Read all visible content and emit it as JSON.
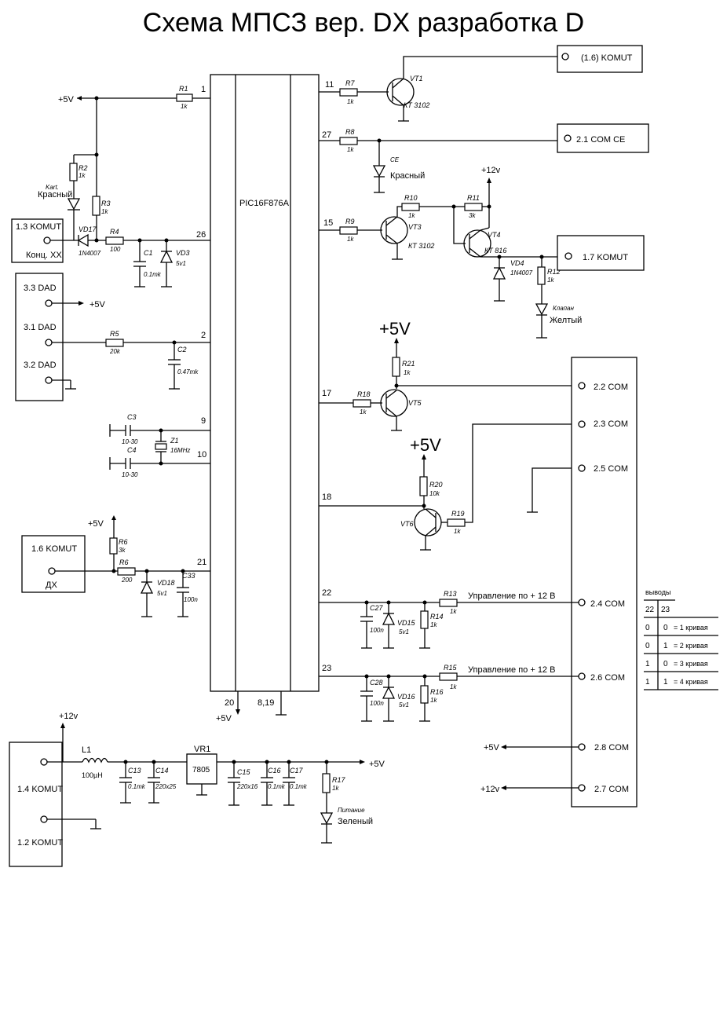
{
  "title": "Схема МПСЗ вер. DX разработка D",
  "mcu": {
    "name": "PIC16F876A"
  },
  "pins": {
    "p1": "1",
    "p26": "26",
    "p2": "2",
    "p9": "9",
    "p10": "10",
    "p21": "21",
    "p20": "20",
    "p819": "8,19",
    "p11": "11",
    "p27": "27",
    "p15": "15",
    "p17": "17",
    "p18": "18",
    "p22": "22",
    "p23": "23"
  },
  "power": {
    "v5": "+5V",
    "v12": "+12v",
    "v5big": "+5V",
    "v5s": "+5V",
    "v12s": "+12v"
  },
  "connectors": {
    "c16top": "(1.6) KOMUT",
    "c21": "2.1 COM CE",
    "c17": "1.7 KOMUT",
    "c13": "1.3 KOMUT",
    "c13sub": "Конц. ХХ",
    "d33": "3.3 DAD",
    "d31": "3.1 DAD",
    "d32": "3.2 DAD",
    "c16": "1.6 KOMUT",
    "c16sub": "ДХ",
    "c14": "1.4 KOMUT",
    "c12": "1.2 KOMUT",
    "com22": "2.2 COM",
    "com23": "2.3 COM",
    "com25": "2.5 COM",
    "com24": "2.4 COM",
    "com26": "2.6 COM",
    "com28": "2.8 COM",
    "com27": "2.7 COM"
  },
  "parts": {
    "R1": "R1",
    "R1v": "1k",
    "R2": "R2",
    "R2v": "1k",
    "R3": "R3",
    "R3v": "1k",
    "R4": "R4",
    "R4v": "100",
    "R5": "R5",
    "R5v": "20k",
    "R6a": "R6",
    "R6av": "3k",
    "R6b": "R6",
    "R6bv": "200",
    "R7": "R7",
    "R7v": "1k",
    "R8": "R8",
    "R8v": "1k",
    "R9": "R9",
    "R9v": "1k",
    "R10": "R10",
    "R10v": "1k",
    "R11": "R11",
    "R11v": "3k",
    "R12": "R12",
    "R12v": "1k",
    "R13": "R13",
    "R13v": "1k",
    "R14": "R14",
    "R14v": "1k",
    "R15": "R15",
    "R15v": "1k",
    "R16": "R16",
    "R16v": "1k",
    "R17": "R17",
    "R17v": "1k",
    "R18": "R18",
    "R18v": "1k",
    "R19": "R19",
    "R19v": "1k",
    "R20": "R20",
    "R20v": "10k",
    "R21": "R21",
    "R21v": "1k",
    "C1": "C1",
    "C1v": "0.1mk",
    "C2": "C2",
    "C2v": "0.47mk",
    "C3": "C3",
    "C3v": "10-30",
    "C4": "C4",
    "C4v": "10-30",
    "C13": "C13",
    "C13v": "0.1mk",
    "C14": "C14",
    "C14v": "220x25",
    "C15": "C15",
    "C15v": "220x16",
    "C16": "C16",
    "C16v": "0.1mk",
    "C17": "C17",
    "C17v": "0.1mk",
    "C27": "C27",
    "C27v": "100n",
    "C28": "C28",
    "C28v": "100n",
    "C33": "C33",
    "C33v": "100n",
    "VD3": "VD3",
    "VD3v": "5v1",
    "VD4": "VD4",
    "VD4v": "1N4007",
    "VD15": "VD15",
    "VD15v": "5v1",
    "VD16": "VD16",
    "VD16v": "5v1",
    "VD18": "VD18",
    "VD18v": "5v1",
    "VD17": "VD17",
    "VD17v": "1N4007",
    "Z1": "Z1",
    "Z1v": "16MHz",
    "L1": "L1",
    "L1v": "100µH",
    "VR1": "VR1",
    "VR1v": "7805",
    "VT1": "VT1",
    "VT1v": "КТ 3102",
    "VT3": "VT3",
    "VT3v": "КТ 3102",
    "VT4": "VT4",
    "VT4v": "КТ 816",
    "VT5": "VT5",
    "VT6": "VT6"
  },
  "leds": {
    "kart": "Kart.",
    "red1": "Красный",
    "ce": "CE",
    "red2": "Красный",
    "klapan": "Клапан",
    "yellow": "Желтый",
    "pitanie": "Питание",
    "green": "Зеленый"
  },
  "notes": {
    "ctrl1": "Управление по + 12 В",
    "ctrl2": "Управление по + 12 В"
  },
  "table": {
    "title": "выводы",
    "head": [
      "22",
      "23"
    ],
    "rows": [
      [
        "0",
        "0",
        "= 1 кривая"
      ],
      [
        "0",
        "1",
        "= 2 кривая"
      ],
      [
        "1",
        "0",
        "= 3 кривая"
      ],
      [
        "1",
        "1",
        "= 4 кривая"
      ]
    ]
  }
}
